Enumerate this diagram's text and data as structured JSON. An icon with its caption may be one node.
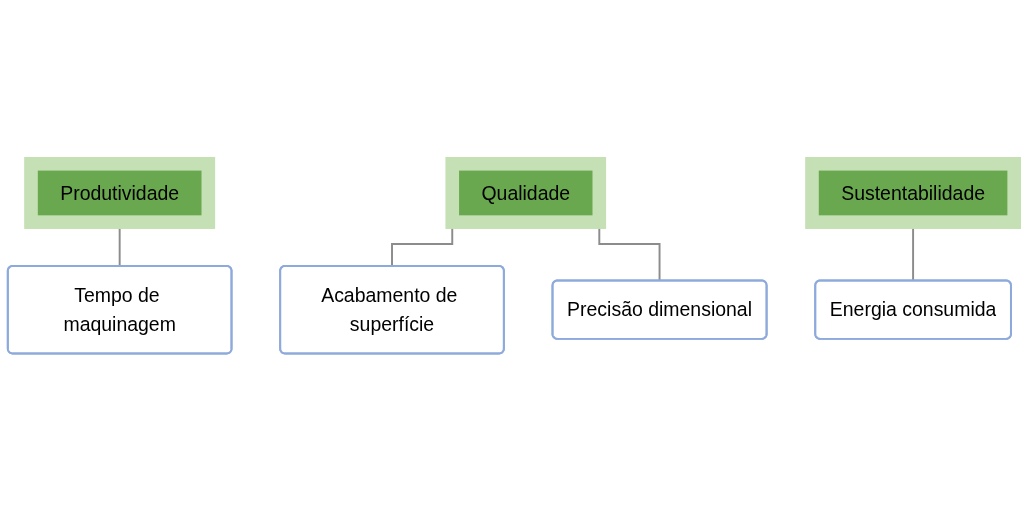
{
  "diagram": {
    "nodes": [
      {
        "text": [
          "Produtividade"
        ]
      },
      {
        "text": [
          "Tempo de maquinagem"
        ]
      },
      {
        "text": [
          "Qualidade"
        ]
      },
      {
        "text": [
          "Acabamento de superfície"
        ]
      },
      {
        "text": [
          "Precisão dimensional"
        ]
      },
      {
        "text": [
          "Sustentabilidade"
        ]
      },
      {
        "text": [
          "Energia consumida"
        ]
      }
    ],
    "edges": [
      {
        "from": 0,
        "to": 1,
        "arrow": "none"
      },
      {
        "from": 2,
        "to": 3,
        "arrow": "none"
      },
      {
        "from": 2,
        "to": 4,
        "arrow": "none"
      },
      {
        "from": 5,
        "to": 6,
        "arrow": "none"
      }
    ]
  }
}
